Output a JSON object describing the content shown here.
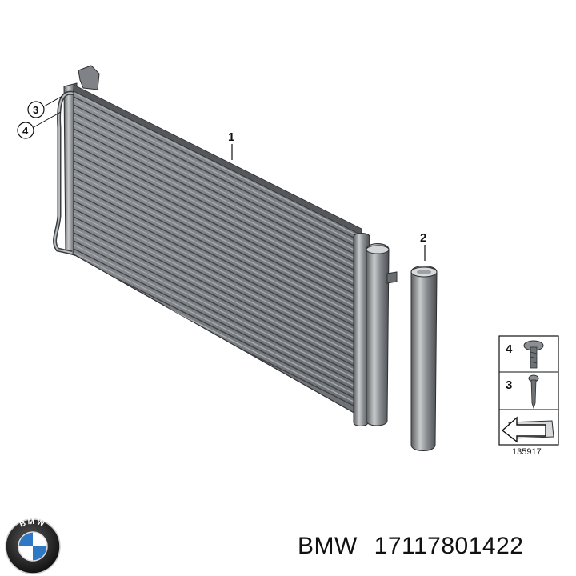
{
  "callouts": [
    "1",
    "2",
    "3",
    "4"
  ],
  "legend": {
    "rows": [
      "4",
      "3"
    ]
  },
  "diagram_number": "135917",
  "logo": {
    "brand_letters": "BMW"
  },
  "caption": {
    "brand": "BMW",
    "part_number": "17117801422"
  },
  "colors": {
    "metal_dark": "#4a4d50",
    "metal_mid": "#7c8084",
    "metal_light": "#b9bcbf",
    "blue": "#2f78c4"
  }
}
